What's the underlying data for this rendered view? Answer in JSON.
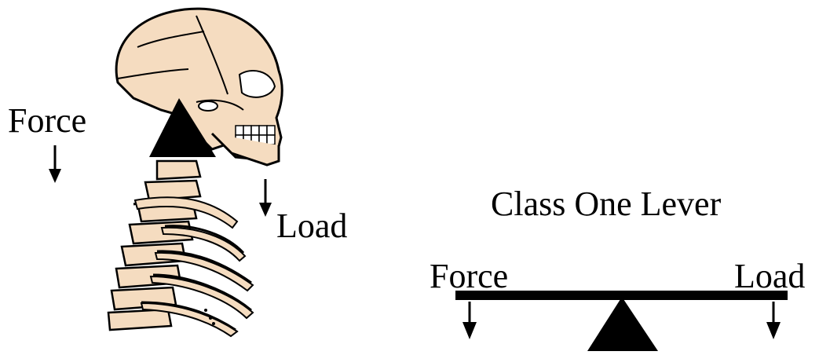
{
  "left_figure": {
    "force_label": "Force",
    "load_label": "Load"
  },
  "right_figure": {
    "title": "Class One Lever",
    "force_label": "Force",
    "load_label": "Load"
  },
  "colors": {
    "bone": "#f5dcc0",
    "outline": "#000000",
    "background": "#ffffff"
  }
}
